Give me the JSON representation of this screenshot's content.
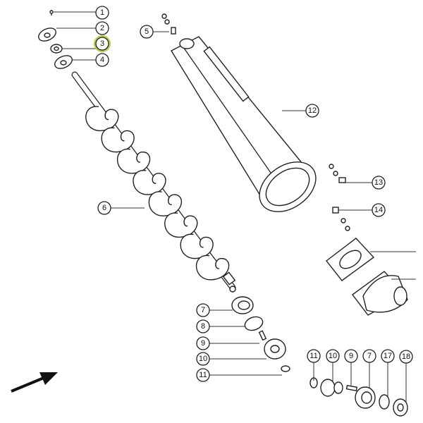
{
  "diagram": {
    "highlight_color": "#a8c83a",
    "callouts_top": [
      "1",
      "2",
      "3",
      "4",
      "5",
      "12",
      "13",
      "14",
      "6"
    ],
    "callouts_left": [
      "7",
      "8",
      "9",
      "10",
      "11"
    ],
    "callouts_bottom": [
      "11",
      "10",
      "9",
      "7",
      "17",
      "18"
    ],
    "highlighted": "3"
  }
}
